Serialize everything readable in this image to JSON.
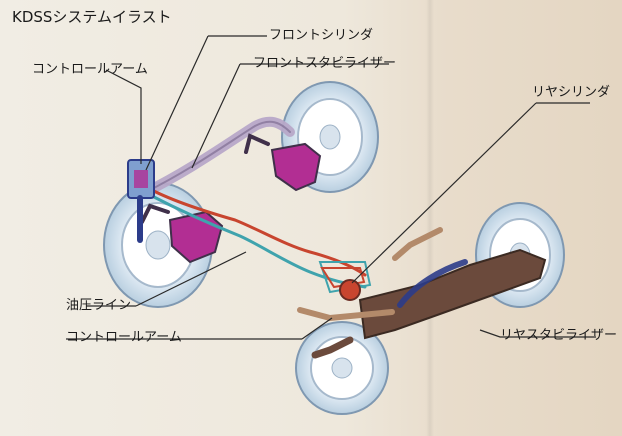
{
  "diagram": {
    "title": "KDSSシステムイラスト",
    "labels": {
      "front_cylinder": "フロントシリンダ",
      "control_arm_top": "コントロールアーム",
      "front_stabilizer": "フロントスタビライザー",
      "rear_cylinder": "リヤシリンダ",
      "hydraulic_line": "油圧ライン",
      "control_arm_bottom": "コントロールアーム",
      "rear_stabilizer": "リヤスタビライザー"
    },
    "colors": {
      "hydraulic_red": "#c8452f",
      "hydraulic_cyan": "#3fa3ad",
      "stabilizer": "#b7a8c8",
      "knuckle": "#b22e93",
      "axle": "#6b4a3c",
      "spring": "#2c3c8a",
      "wheel": "#dce8f2"
    }
  }
}
